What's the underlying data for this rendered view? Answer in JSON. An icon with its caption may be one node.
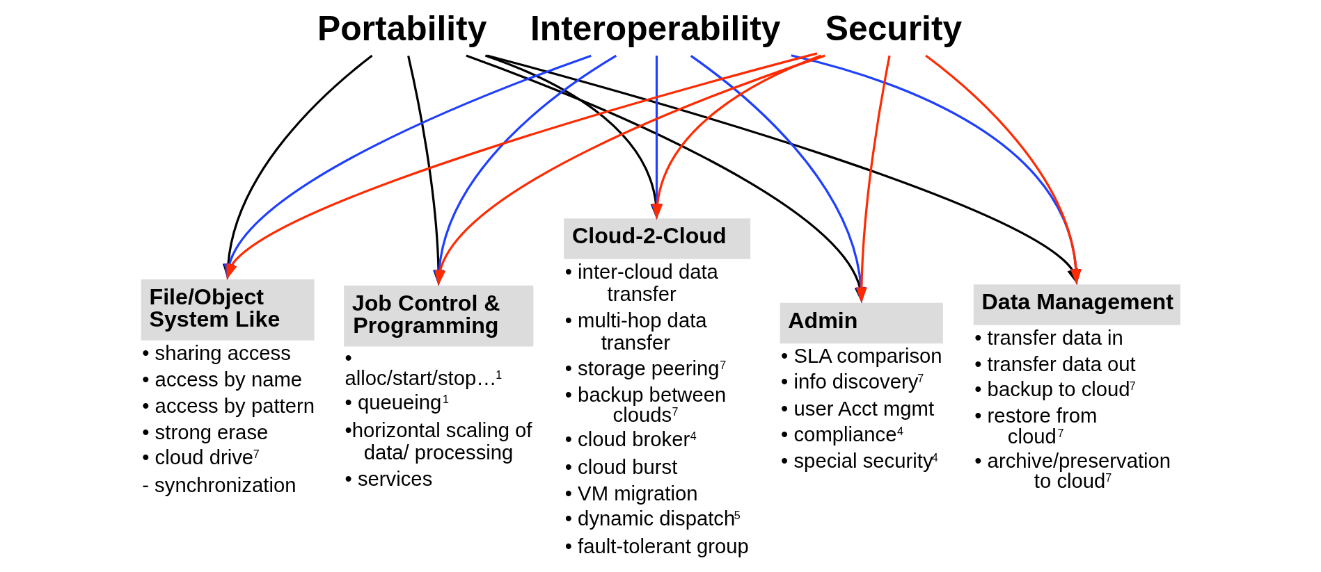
{
  "diagram": {
    "nodes": [
      {
        "text": [
          "Portability"
        ]
      },
      {
        "text": [
          "Interoperability"
        ]
      },
      {
        "text": [
          "Security"
        ]
      },
      {
        "text": [
          "File/Object System Like"
        ],
        "beside": [
          "• sharing access",
          "• access by name",
          "• access by pattern",
          "• strong erase",
          "• cloud drive$^{7}$",
          "- synchronization"
        ]
      },
      {
        "text": [
          "Job Control & Programming"
        ],
        "beside": [
          "• alloc/start/stop…$^{1}$",
          "• queueing$^{1}$",
          "•horizontal scaling of data/ processing",
          "• services"
        ]
      },
      {
        "text": [
          "Cloud-2-Cloud"
        ],
        "beside": [
          "• inter-cloud data transfer",
          "• multi-hop data transfer",
          "• storage peering$^{7}$",
          "• backup between clouds$^{7}$",
          "• cloud broker$^{4}$",
          "• cloud burst",
          "• VM migration",
          "• dynamic dispatch$^{5}$",
          "• fault-tolerant group"
        ]
      },
      {
        "text": [
          "Admin"
        ],
        "beside": [
          "• SLA comparison",
          "• info discovery$^{7}$",
          "• user Acct mgmt",
          "• compliance$^{4}$",
          "• special security$^{4}$"
        ]
      },
      {
        "text": [
          "Data Management"
        ],
        "beside": [
          "• transfer data in",
          "• transfer data out",
          "• backup to cloud$^{7}$",
          "• restore from cloud$^{7}$",
          "• archive/preservation to cloud$^{7}$"
        ]
      }
    ],
    "edges": [
      {
        "from": 0,
        "to": 3,
        "arrow": "to",
        "color": "#000000"
      },
      {
        "from": 0,
        "to": 4,
        "arrow": "to",
        "color": "#000000"
      },
      {
        "from": 0,
        "to": 5,
        "arrow": "to",
        "color": "#000000"
      },
      {
        "from": 0,
        "to": 6,
        "arrow": "to",
        "color": "#000000"
      },
      {
        "from": 0,
        "to": 7,
        "arrow": "to",
        "color": "#000000"
      },
      {
        "from": 1,
        "to": 3,
        "arrow": "to",
        "color": "#1f3fff"
      },
      {
        "from": 1,
        "to": 4,
        "arrow": "to",
        "color": "#1f3fff"
      },
      {
        "from": 1,
        "to": 5,
        "arrow": "to",
        "color": "#1f3fff"
      },
      {
        "from": 1,
        "to": 6,
        "arrow": "to",
        "color": "#1f3fff"
      },
      {
        "from": 1,
        "to": 7,
        "arrow": "to",
        "color": "#1f3fff"
      },
      {
        "from": 2,
        "to": 3,
        "arrow": "to",
        "color": "#ff2a00"
      },
      {
        "from": 2,
        "to": 4,
        "arrow": "to",
        "color": "#ff2a00"
      },
      {
        "from": 2,
        "to": 5,
        "arrow": "to",
        "color": "#ff2a00"
      },
      {
        "from": 2,
        "to": 6,
        "arrow": "to",
        "color": "#ff2a00"
      },
      {
        "from": 2,
        "to": 7,
        "arrow": "to",
        "color": "#ff2a00"
      }
    ]
  }
}
